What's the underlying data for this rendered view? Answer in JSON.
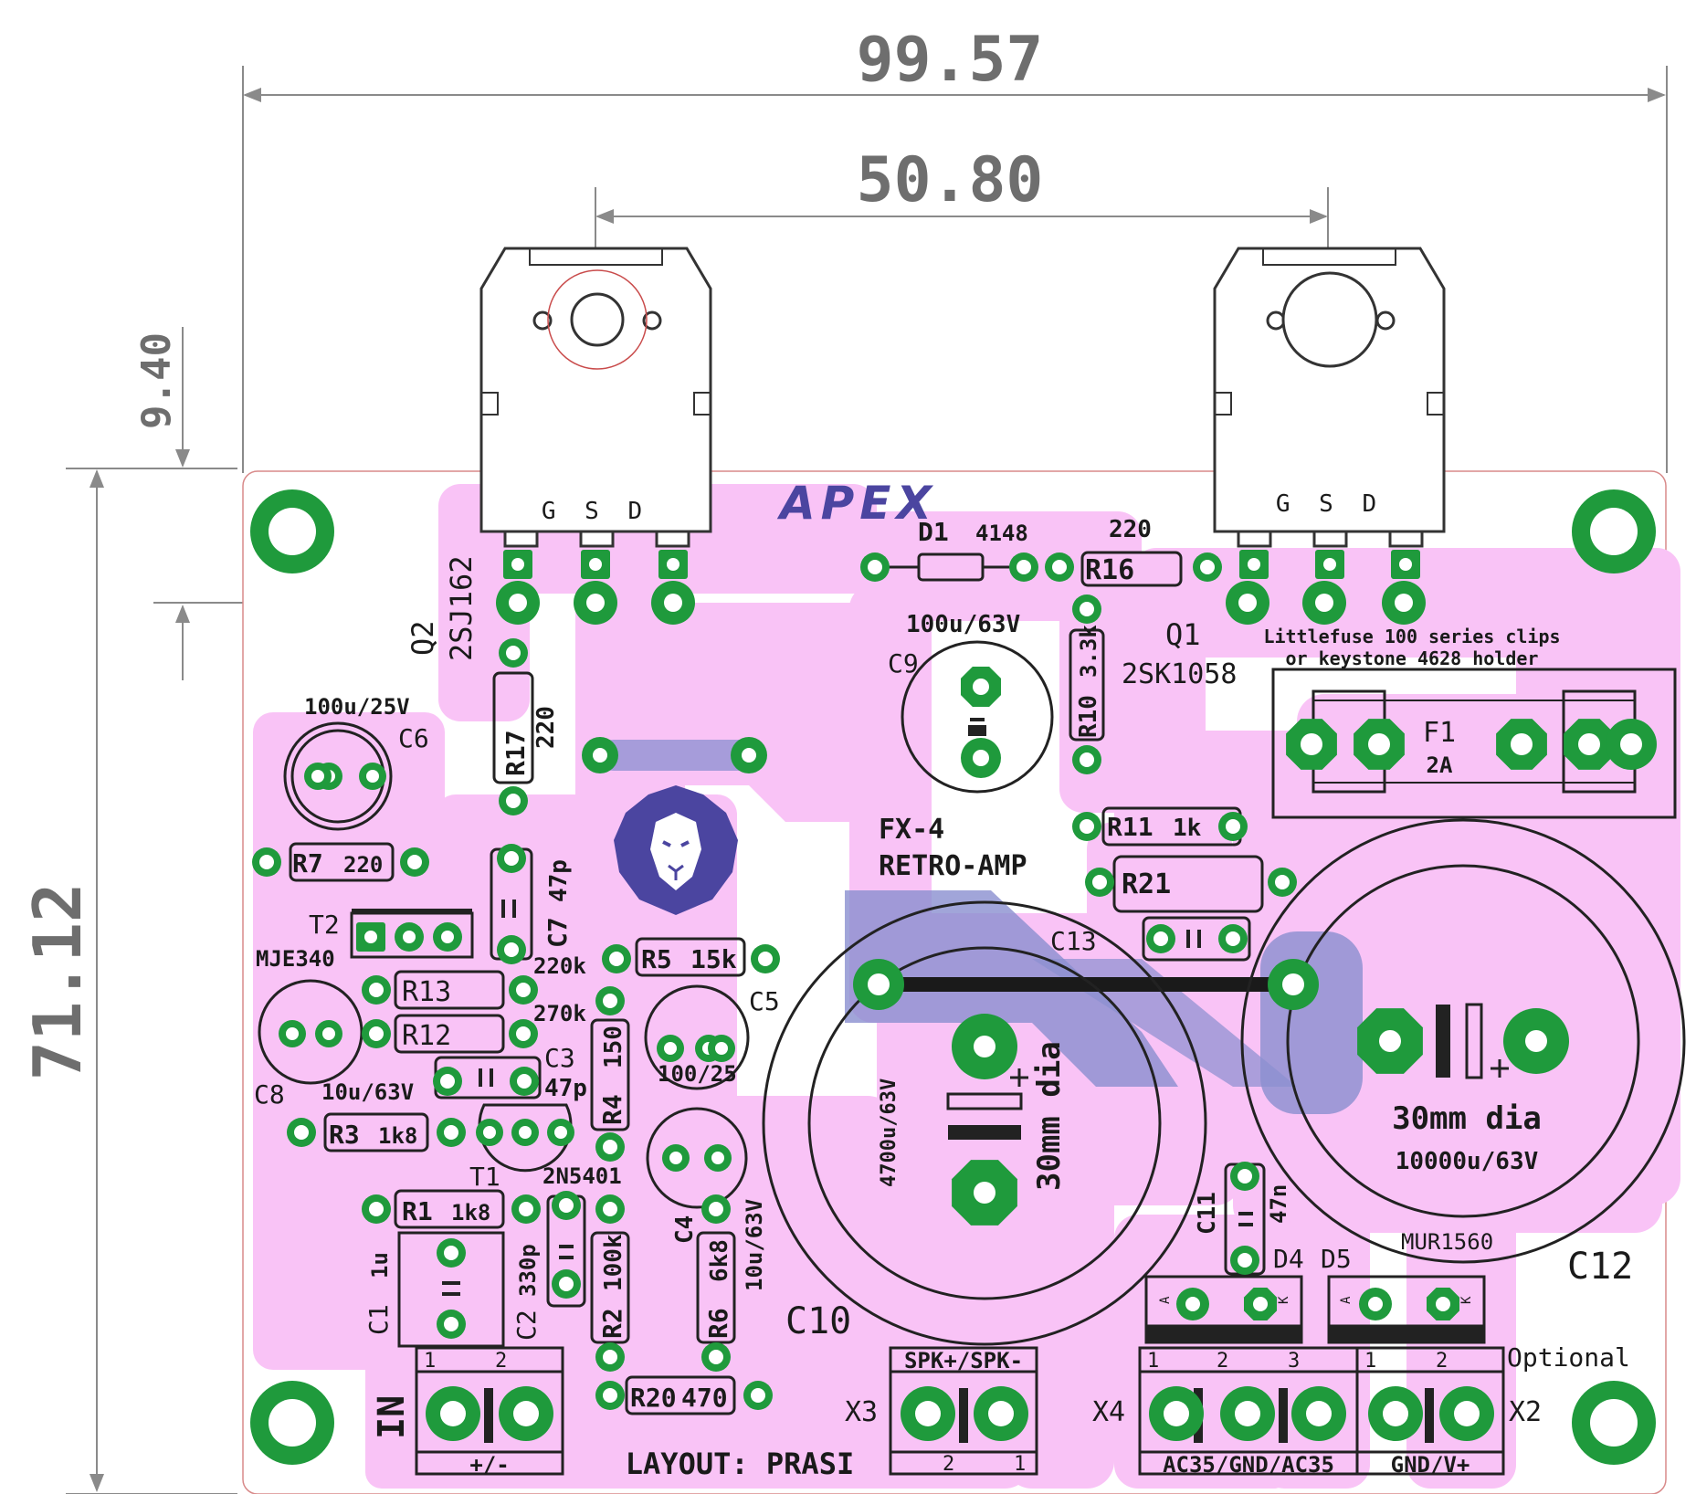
{
  "dimensions": {
    "width_total": "99.57",
    "pitch": "50.80",
    "offset": "9.40",
    "height": "71.12"
  },
  "logo": {
    "brand": "APEX",
    "mascot": "lion-head"
  },
  "board": {
    "title_line1": "FX-4",
    "title_line2": "RETRO-AMP",
    "layout_credit": "LAYOUT: PRASI"
  },
  "transistors": {
    "q2_ref": "Q2",
    "q2_part": "2SJ162",
    "q1_ref": "Q1",
    "q1_part": "2SK1058",
    "q2_pins": "G S D",
    "q1_pins": "G S D",
    "t2_ref": "T2",
    "t2_part": "MJE340",
    "t1_ref": "T1",
    "t1_part": "2N5401"
  },
  "fuse": {
    "note_line1": "Littlefuse 100 series clips",
    "note_line2": "or keystone 4628 holder",
    "ref": "F1",
    "rating": "2A"
  },
  "diodes": {
    "d1_ref": "D1",
    "d1_part": "4148",
    "d4": "D4",
    "d5": "D5",
    "mur": "MUR1560",
    "pin_a": "A",
    "pin_k": "K"
  },
  "resistors": {
    "r16_ref": "R16",
    "r16_val": "220",
    "r10": "R10",
    "r10_val": "3.3k",
    "r17": "R17",
    "r17_val": "220",
    "r11": "R11",
    "r11_val": "1k",
    "r21": "R21",
    "r7": "R7",
    "r7_val": "220",
    "r13": "R13",
    "r13_val": "220k",
    "r12": "R12",
    "r12_val": "270k",
    "r5": "R5",
    "r5_val": "15k",
    "r4": "R4",
    "r4_val": "150",
    "r3": "R3",
    "r3_val": "1k8",
    "r1": "R1",
    "r1_val": "1k8",
    "r2": "R2",
    "r2_val": "100k",
    "r6": "R6",
    "r6_val": "6k8",
    "r20": "R20",
    "r20_val": "470"
  },
  "capacitors": {
    "c9": "C9",
    "c9_val": "100u/63V",
    "c6": "C6",
    "c6_val": "100u/25V",
    "c7": "C7",
    "c7_val": "47p",
    "c8": "C8",
    "c8_val": "10u/63V",
    "c3": "C3",
    "c3_val": "47p",
    "c5": "C5",
    "c5_val": "100/25",
    "c4": "C4",
    "c4_val": "10u/63V",
    "c1": "C1",
    "c1_val": "1u",
    "c2": "C2",
    "c2_val": "330p",
    "c13": "C13",
    "c11": "C11",
    "c11_val": "47n",
    "c10": "C10",
    "c10_val": "4700u/63V",
    "c10_size": "30mm dia",
    "c12": "C12",
    "c12_val": "10000u/63V",
    "c12_size": "30mm dia"
  },
  "connectors": {
    "in_label": "IN",
    "in_pins": "+/-",
    "x3": "X3",
    "x3_top": "SPK+/SPK-",
    "x4": "X4",
    "x4_pins": "AC35/GND/AC35",
    "x2": "X2",
    "x2_pins": "GND/V+",
    "optional": "Optional",
    "pin1": "1",
    "pin2": "2",
    "pin3": "3"
  },
  "colors": {
    "copper_pink": "#f9c3f6",
    "pad_green": "#1f9a3c",
    "via_blue": "#8a8fd0",
    "silk": "#1a1a1a",
    "logo_purple": "#4b45a0"
  }
}
